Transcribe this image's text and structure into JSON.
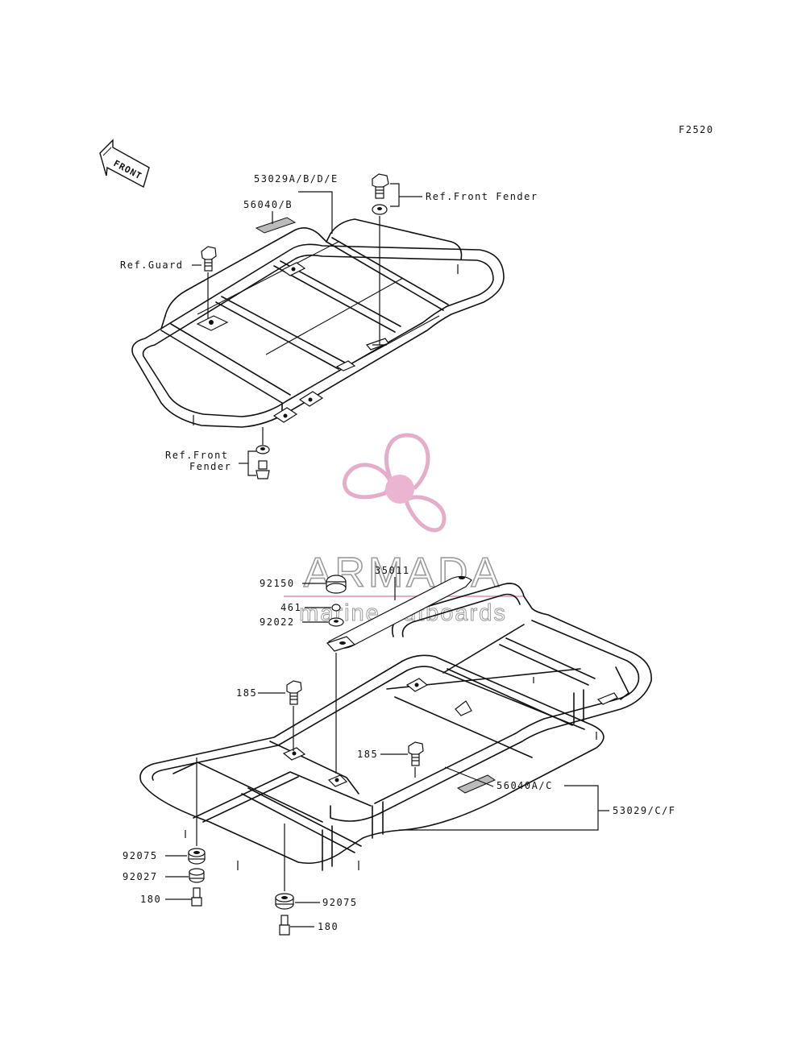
{
  "figure_code": "F2520",
  "front_arrow_label": "FRONT",
  "upper_labels": {
    "carrier_front": "53029A/B/D/E",
    "label_front": "56040/B",
    "ref_front_fender_top": "Ref.Front Fender",
    "ref_guard": "Ref.Guard",
    "ref_front_line1": "Ref.Front",
    "ref_front_line2": "Fender"
  },
  "lower_labels": {
    "bracket": "35011",
    "knob": "92150",
    "washer_small": "461",
    "washer": "92022",
    "bolt_left": "185",
    "bolt_right": "185",
    "label_rear": "56040A/C",
    "carrier_rear": "53029/C/F",
    "damper_left": "92075",
    "collar": "92027",
    "bolt_bottom_left": "180",
    "damper_right": "92075",
    "bolt_bottom_right": "180"
  },
  "watermark": {
    "brand": "ARMADA",
    "tagline": "marine outboards",
    "color": "#e0a0c0"
  }
}
